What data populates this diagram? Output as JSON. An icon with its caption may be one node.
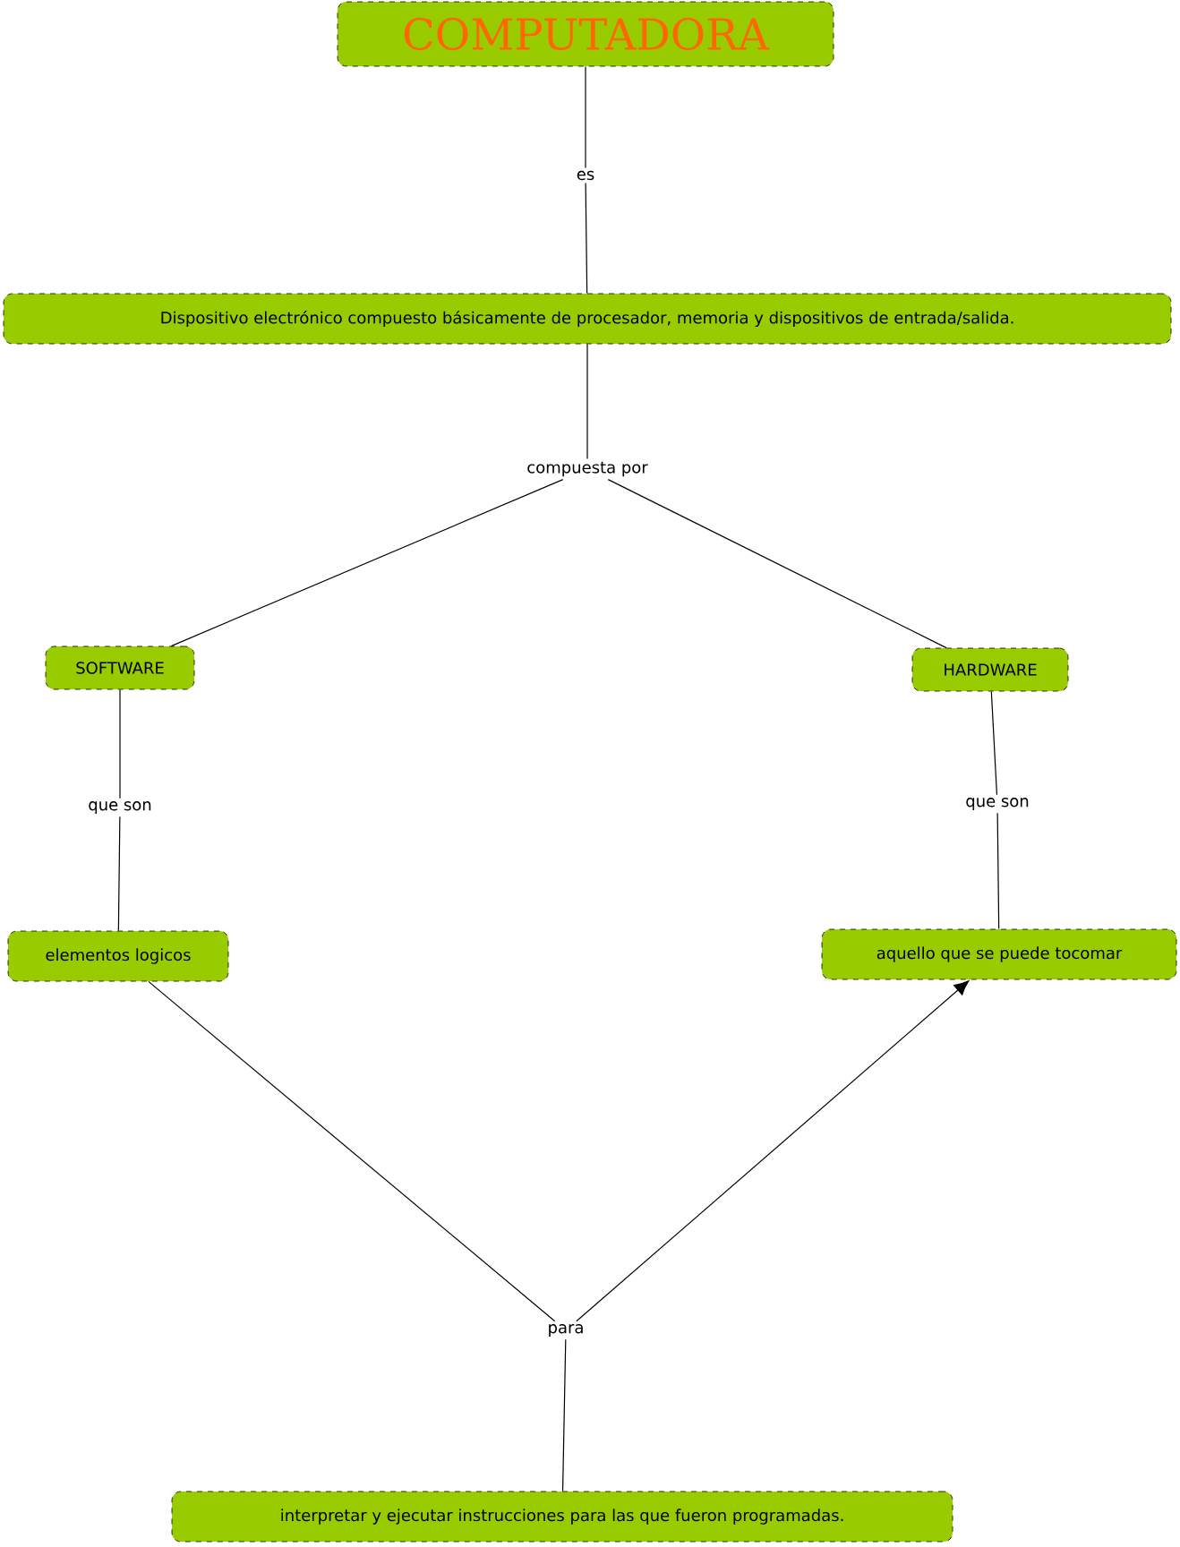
{
  "diagram": {
    "nodes": [
      {
        "text": [
          "COMPUTADORA"
        ]
      },
      {
        "text": [
          "es"
        ]
      },
      {
        "text": [
          "Dispositivo electrónico compuesto básicamente de procesador, memoria y dispositivos de entrada/salida."
        ]
      },
      {
        "text": [
          "compuesta por"
        ]
      },
      {
        "text": [
          "SOFTWARE"
        ]
      },
      {
        "text": [
          "HARDWARE"
        ]
      },
      {
        "text": [
          "que son"
        ]
      },
      {
        "text": [
          "que son"
        ]
      },
      {
        "text": [
          "elementos logicos"
        ]
      },
      {
        "text": [
          "aquello que se puede tocomar"
        ]
      },
      {
        "text": [
          "para"
        ]
      },
      {
        "text": [
          "interpretar y ejecutar instrucciones para las que fueron programadas."
        ]
      }
    ],
    "edges": [
      {
        "from": 0,
        "to": 1,
        "arrow": "none"
      },
      {
        "from": 1,
        "to": 2,
        "arrow": "none"
      },
      {
        "from": 2,
        "to": 3,
        "arrow": "none"
      },
      {
        "from": 3,
        "to": 4,
        "arrow": "none"
      },
      {
        "from": 3,
        "to": 5,
        "arrow": "none"
      },
      {
        "from": 4,
        "to": 6,
        "arrow": "none"
      },
      {
        "from": 6,
        "to": 8,
        "arrow": "none"
      },
      {
        "from": 5,
        "to": 7,
        "arrow": "none"
      },
      {
        "from": 7,
        "to": 9,
        "arrow": "none"
      },
      {
        "from": 8,
        "to": 10,
        "arrow": "none"
      },
      {
        "from": 10,
        "to": 9,
        "arrow": "to"
      },
      {
        "from": 10,
        "to": 11,
        "arrow": "none"
      }
    ]
  }
}
